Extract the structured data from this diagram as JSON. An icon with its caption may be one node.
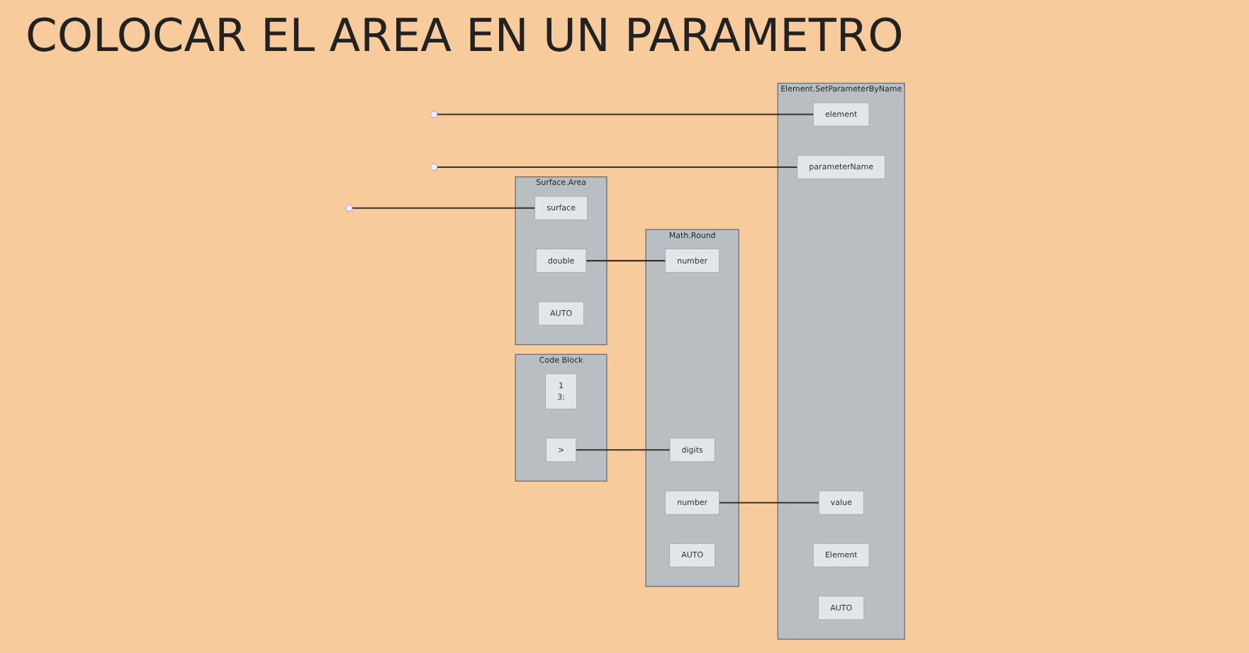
{
  "diagram": {
    "title": "COLOCAR EL AREA EN UN PARAMETRO",
    "nodes": [
      {
        "text": [
          "Element.SetParameterByName"
        ]
      },
      {
        "text": [
          "element"
        ],
        "in": 0
      },
      {
        "text": [
          "parameterName"
        ],
        "in": 0
      },
      {
        "text": [
          "value"
        ],
        "in": 0
      },
      {
        "text": [
          "Element"
        ],
        "in": 0
      },
      {
        "text": [
          "AUTO"
        ],
        "in": 0
      },
      {
        "text": [
          "Surface.Area"
        ]
      },
      {
        "text": [
          "surface"
        ],
        "in": 6
      },
      {
        "text": [
          "double"
        ],
        "in": 6
      },
      {
        "text": [
          "AUTO"
        ],
        "in": 6
      },
      {
        "text": [
          "Math.Round"
        ]
      },
      {
        "text": [
          "number"
        ],
        "in": 10
      },
      {
        "text": [
          "digits"
        ],
        "in": 10
      },
      {
        "text": [
          "number"
        ],
        "in": 10
      },
      {
        "text": [
          "AUTO"
        ],
        "in": 10
      },
      {
        "text": [
          "Code Block"
        ]
      },
      {
        "text": [
          "1",
          "3;"
        ],
        "in": 15
      },
      {
        "text": [
          ">"
        ],
        "in": 15
      }
    ],
    "edges": [
      {
        "from": null,
        "to": 1,
        "arrow": "none"
      },
      {
        "from": null,
        "to": 2,
        "arrow": "none"
      },
      {
        "from": null,
        "to": 7,
        "arrow": "none"
      },
      {
        "from": 8,
        "to": 11,
        "arrow": "none"
      },
      {
        "from": 13,
        "to": 3,
        "arrow": "none"
      },
      {
        "from": 17,
        "to": 12,
        "arrow": "none"
      }
    ]
  }
}
